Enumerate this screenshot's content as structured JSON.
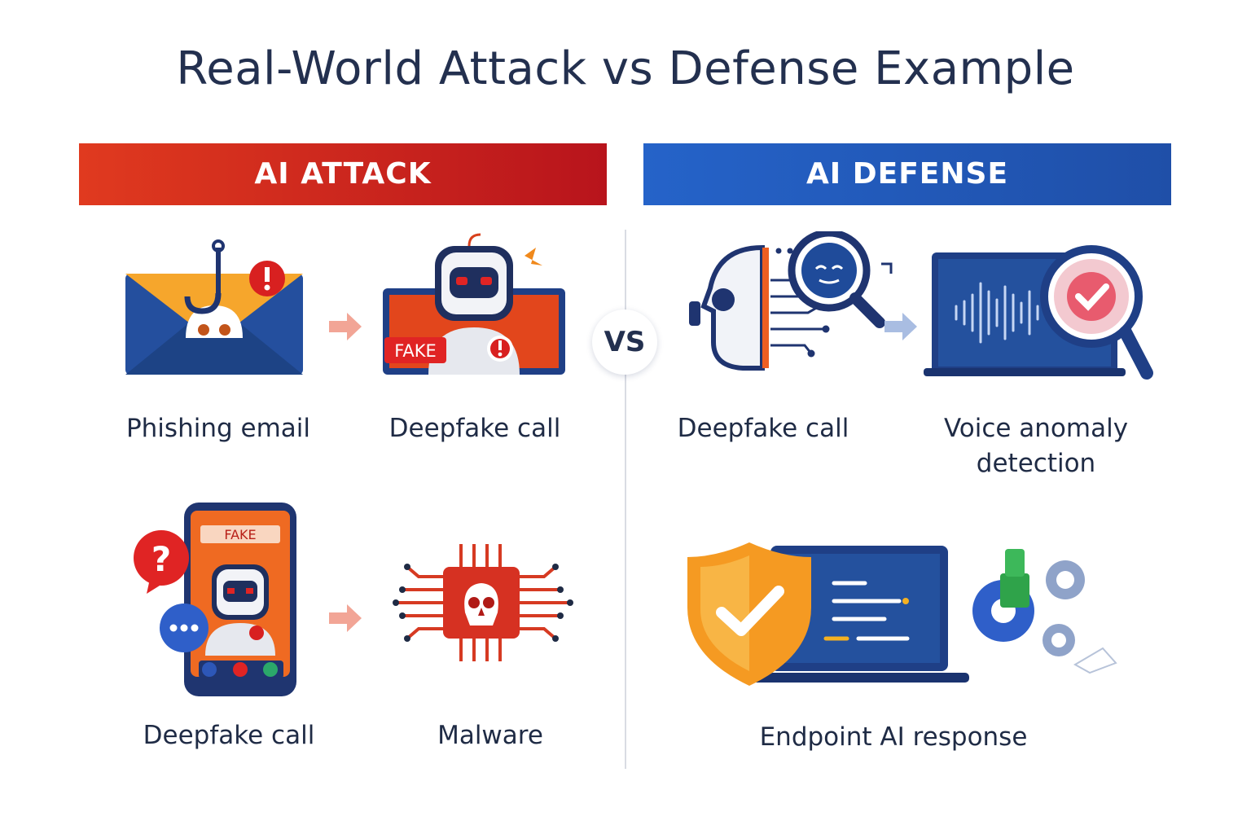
{
  "title": "Real-World Attack vs Defense Example",
  "attack": {
    "banner": "AI ATTACK",
    "items": [
      {
        "label": "Phishing email",
        "icon": "phishing-email-icon"
      },
      {
        "label": "Deepfake call",
        "icon": "deepfake-robot-icon",
        "badge": "FAKE"
      },
      {
        "label": "Deepfake call",
        "icon": "deepfake-phone-icon",
        "badge": "FAKE"
      },
      {
        "label": "Malware",
        "icon": "malware-chip-icon"
      }
    ]
  },
  "defense": {
    "banner": "AI DEFENSE",
    "items": [
      {
        "label": "Deepfake call",
        "icon": "face-scan-icon"
      },
      {
        "label": "Voice anomaly detection",
        "label_line1": "Voice anomaly",
        "label_line2": "detection",
        "icon": "voice-analysis-icon"
      },
      {
        "label": "Endpoint AI response",
        "icon": "endpoint-shield-icon"
      }
    ]
  },
  "vs": "VS",
  "colors": {
    "attack": "#c8201c",
    "defense": "#2259b8",
    "text": "#1f2b45",
    "accent_orange": "#f59a22"
  }
}
